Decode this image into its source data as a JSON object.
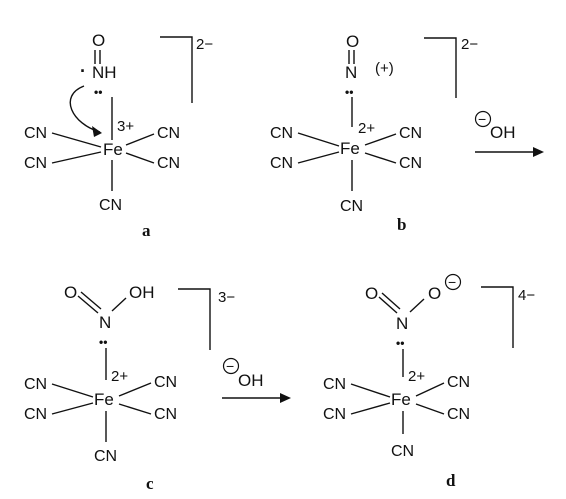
{
  "complexes": {
    "a": {
      "label": "a",
      "metal": "Fe",
      "oxidation": "3+",
      "charge": "2−",
      "ligand": "CN",
      "axial_top": "NH",
      "axial_top_O": "O"
    },
    "b": {
      "label": "b",
      "metal": "Fe",
      "oxidation": "2+",
      "charge": "2−",
      "ligand": "CN",
      "axial_top": "N",
      "axial_top_O": "O",
      "plus_note": "(+)"
    },
    "c": {
      "label": "c",
      "metal": "Fe",
      "oxidation": "2+",
      "charge": "3−",
      "ligand": "CN",
      "axial_top": "N",
      "axial_top_O": "O",
      "oh_group": "OH"
    },
    "d": {
      "label": "d",
      "metal": "Fe",
      "oxidation": "2+",
      "charge": "4−",
      "ligand": "CN",
      "axial_top": "N",
      "axial_top_O": "O",
      "o_minus": "O"
    }
  },
  "reagents": {
    "arrow1": "OH",
    "arrow2": "OH",
    "minus_sign": "−"
  },
  "lone_pair_dots": ":",
  "radical_dot": "·"
}
